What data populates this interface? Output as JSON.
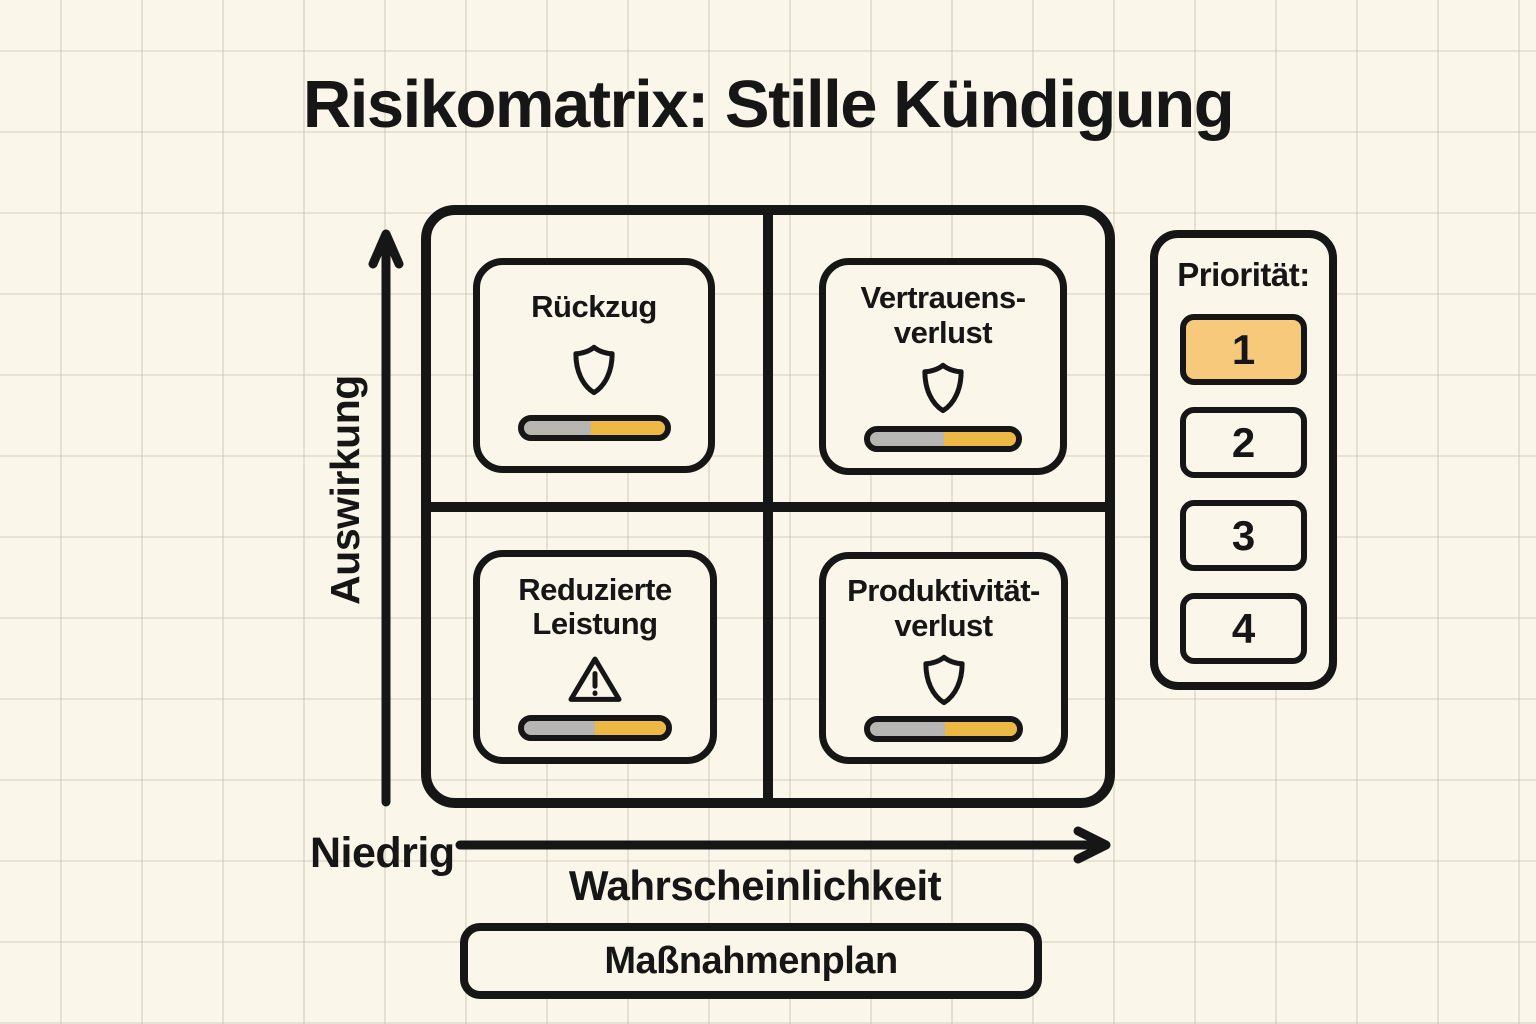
{
  "title": "Risikomatrix: Stille Kündigung",
  "axes": {
    "y_label": "Auswirkung",
    "x_label": "Wahrscheinlichkeit",
    "x_origin_label": "Niedrig"
  },
  "matrix": {
    "quadrants": [
      {
        "position": "high-impact-low-probability",
        "label": "Rückzug",
        "icon": "shield-icon",
        "risk_fill_pct": 52
      },
      {
        "position": "high-impact-high-probability",
        "label": "Vertrauens-\nverlust",
        "icon": "shield-icon",
        "risk_fill_pct": 49
      },
      {
        "position": "low-impact-low-probability",
        "label": "Reduzierte\nLeistung",
        "icon": "warning-icon",
        "risk_fill_pct": 50
      },
      {
        "position": "low-impact-high-probability",
        "label": "Produktivität-\nverlust",
        "icon": "shield-icon",
        "risk_fill_pct": 49
      }
    ]
  },
  "priority_panel": {
    "heading": "Priorität:",
    "levels": [
      {
        "label": "1",
        "active": true
      },
      {
        "label": "2",
        "active": false
      },
      {
        "label": "3",
        "active": false
      },
      {
        "label": "4",
        "active": false
      }
    ]
  },
  "action_button": {
    "label": "Maßnahmenplan"
  },
  "colors": {
    "background": "#faf6e9",
    "ink": "#161616",
    "accent_orange": "#f6c97b",
    "bar_yellow": "#edb944",
    "bar_gray": "#b7b6b3"
  }
}
